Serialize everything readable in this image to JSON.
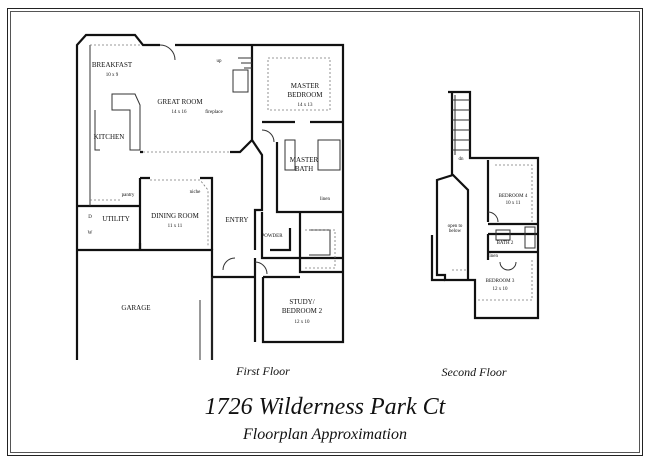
{
  "first_floor": {
    "caption": "First Floor",
    "rooms": {
      "breakfast": {
        "name": "BREAKFAST",
        "size": "10 x 9"
      },
      "great_room": {
        "name": "GREAT ROOM",
        "size": "14 x 16"
      },
      "fireplace": "fireplace",
      "up": "up",
      "master_bedroom": {
        "name1": "MASTER",
        "name2": "BEDROOM",
        "size": "14 x 13"
      },
      "kitchen": {
        "name": "KITCHEN"
      },
      "master_bath": {
        "name1": "MASTER",
        "name2": "BATH"
      },
      "pantry": "pantry",
      "niche": "niche",
      "linen": "linen",
      "dining_room": {
        "name": "DINING ROOM",
        "size": "11 x 11"
      },
      "entry": {
        "name": "ENTRY"
      },
      "utility": {
        "name": "UTILITY",
        "d": "D",
        "w": "W"
      },
      "powder": {
        "name": "POWDER"
      },
      "garage": {
        "name": "GARAGE"
      },
      "study": {
        "name1": "STUDY/",
        "name2": "BEDROOM 2",
        "size": "12 x 10"
      }
    }
  },
  "second_floor": {
    "caption": "Second Floor",
    "rooms": {
      "bedroom4": {
        "name": "BEDROOM 4",
        "size": "10 x 11"
      },
      "bath2": {
        "name": "BATH 2"
      },
      "bedroom3": {
        "name": "BEDROOM 3",
        "size": "12 x 10"
      },
      "open_below": {
        "line1": "open to",
        "line2": "below"
      },
      "linen": "linen",
      "dn": "dn"
    }
  },
  "title": "1726 Wilderness Park Ct",
  "subtitle": "Floorplan Approximation"
}
